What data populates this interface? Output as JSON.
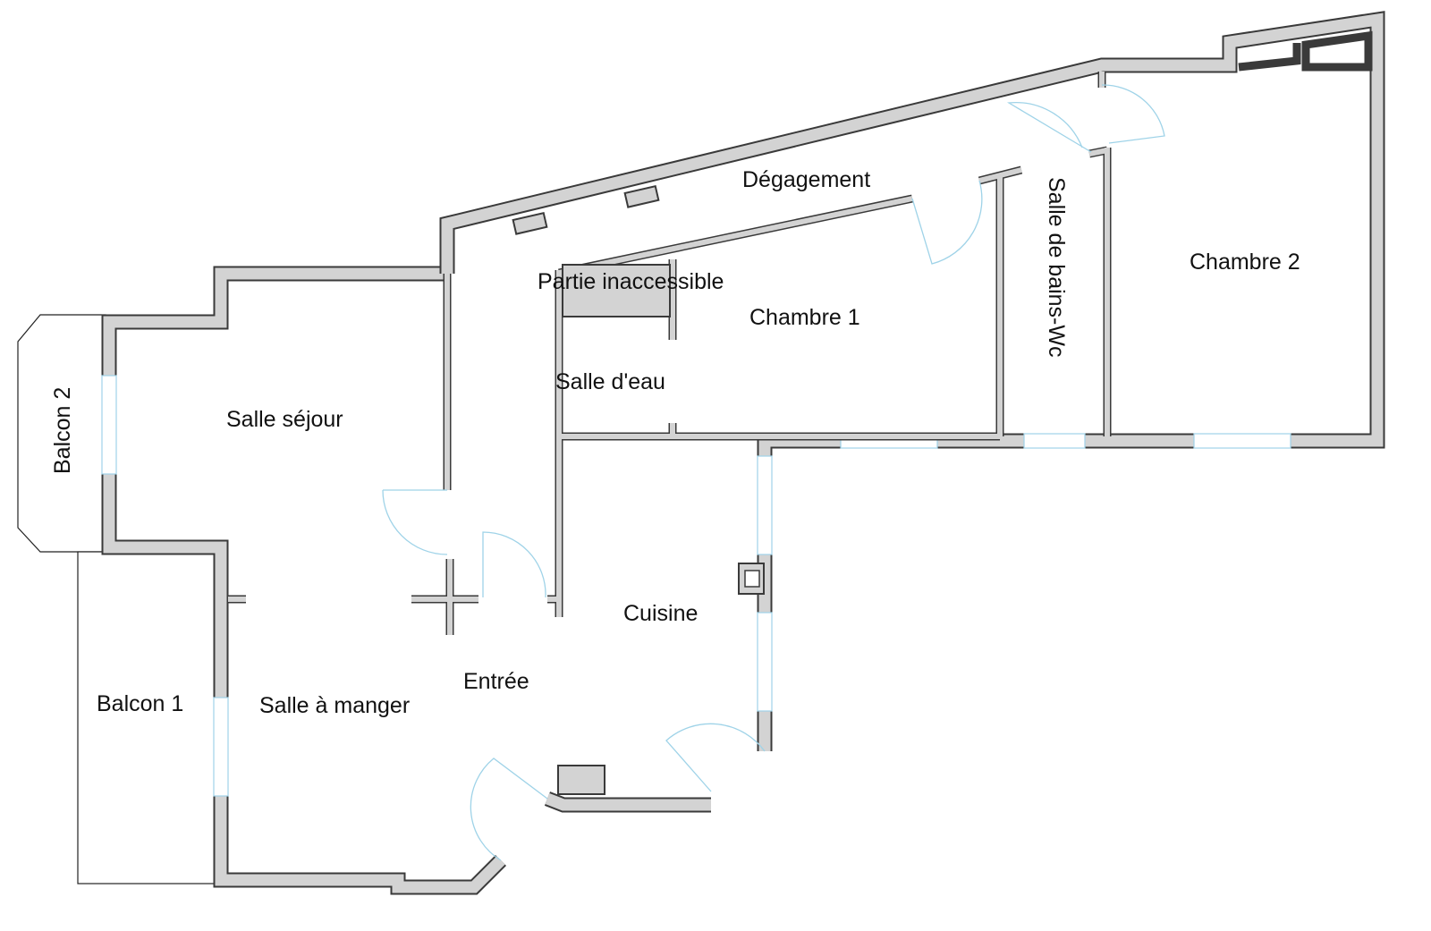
{
  "plan": {
    "colors": {
      "wall_fill": "#d3d3d3",
      "wall_outline": "#3a3a3a",
      "window_door": "#9fd3e8"
    },
    "rooms": {
      "degagement": "Dégagement",
      "partie_inaccessible": "Partie inaccessible",
      "chambre1": "Chambre 1",
      "chambre2": "Chambre 2",
      "salle_de_bains": "Salle de bains-Wc",
      "salle_eau": "Salle d'eau",
      "salle_sejour": "Salle séjour",
      "balcon2": "Balcon 2",
      "balcon1": "Balcon 1",
      "salle_manger": "Salle à manger",
      "entree": "Entrée",
      "cuisine": "Cuisine"
    }
  }
}
